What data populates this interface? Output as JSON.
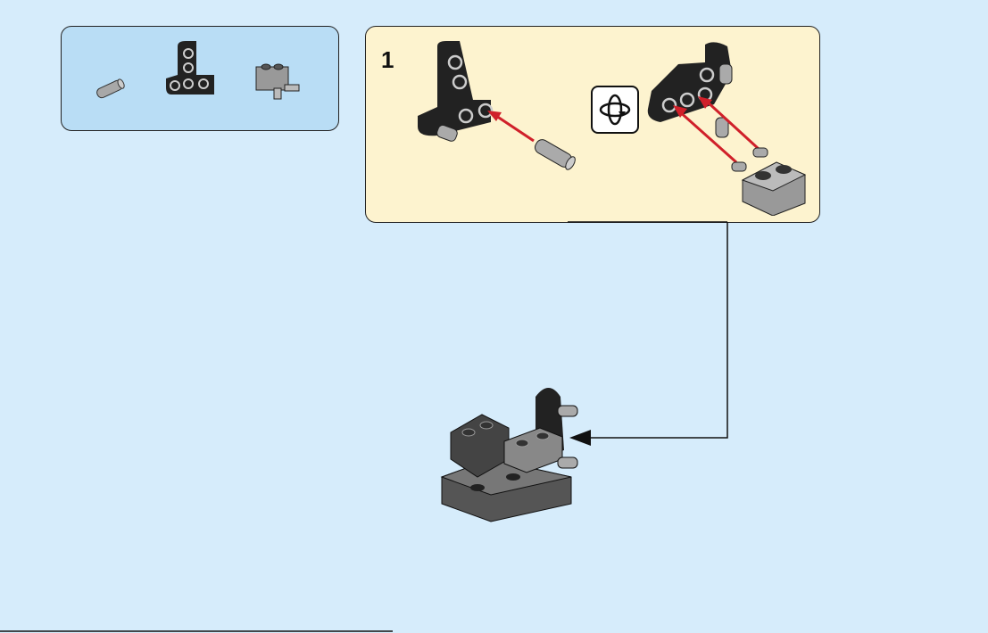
{
  "parts_list": {
    "items": [
      "connector-pin",
      "technic-beam-t",
      "brick-with-pins"
    ]
  },
  "step": {
    "number": "1"
  },
  "colors": {
    "background": "#d6ecfb",
    "parts_box": "#b9ddf5",
    "step_box": "#fdf3cf",
    "arrow": "#d0202a"
  }
}
